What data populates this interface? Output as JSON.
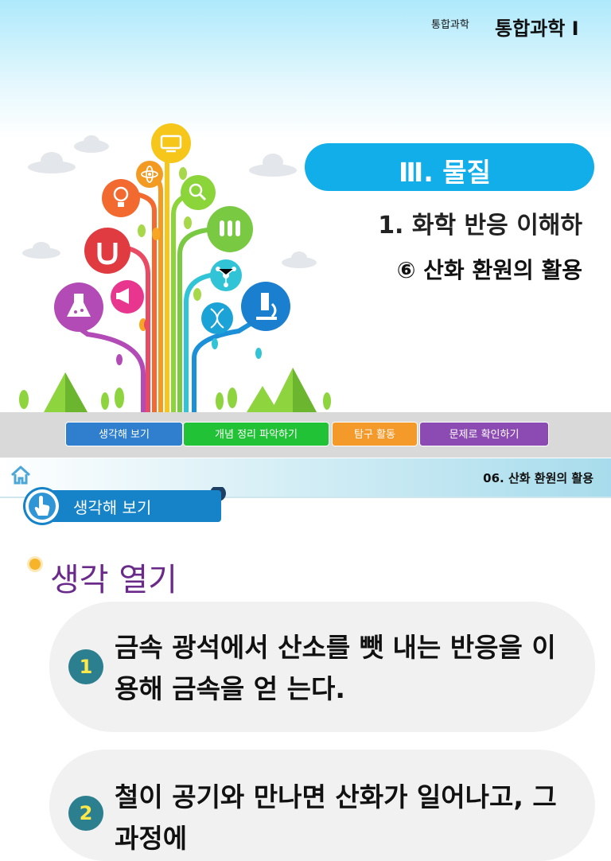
{
  "header": {
    "subject_small": "통합과학",
    "subject_big": "통합과학 Ⅰ",
    "unit": "Ⅲ. 물질",
    "chapter": "1. 화학 반응 이해하",
    "section": "⑥ 산화 환원의 활용"
  },
  "nav": {
    "buttons": [
      {
        "label": "생각해 보기",
        "color": "#2f7fce"
      },
      {
        "label": "개념 정리 파악하기",
        "color": "#22c236"
      },
      {
        "label": "탐구 활동",
        "color": "#f49a2a"
      },
      {
        "label": "문제로 확인하기",
        "color": "#8b4bb2"
      }
    ]
  },
  "breadcrumb": {
    "lesson": "06. 산화 환원의 활용"
  },
  "tab": {
    "label": "생각해 보기"
  },
  "content": {
    "heading": "생각 열기",
    "items": [
      {
        "num": "1",
        "text": "금속 광석에서 산소를 뺏 내는 반응을 이용해 금속을 얻 는다."
      },
      {
        "num": "2",
        "text": "철이 공기와 만나면 산화가 일어나고, 그 과정에"
      }
    ]
  },
  "icons": [
    "monitor-icon",
    "atom-icon",
    "bulb-icon",
    "magnifier-icon",
    "magnet-icon",
    "test-tubes-icon",
    "molecule-icon",
    "megaphone-icon",
    "flask-icon",
    "dna-icon",
    "microscope-icon",
    "home-icon",
    "hand-pointer-icon"
  ]
}
